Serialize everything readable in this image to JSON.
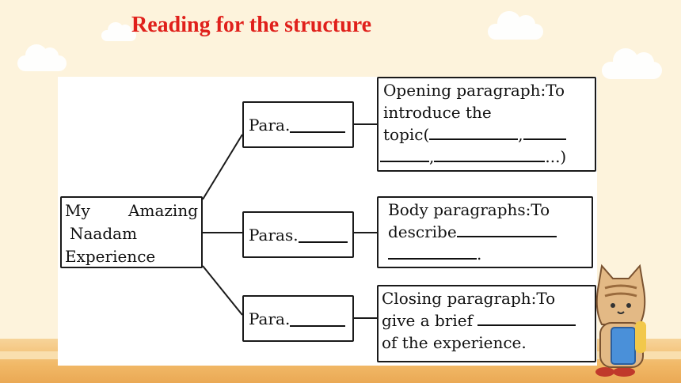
{
  "title": "Reading for the structure",
  "root": {
    "line1_word1": "My",
    "line1_word2": "Amazing",
    "line2": "Naadam",
    "line3": "Experience"
  },
  "paras": [
    {
      "label": "Para."
    },
    {
      "label": "Paras."
    },
    {
      "label": "Para."
    }
  ],
  "descriptions": {
    "opening": {
      "line1": "Opening paragraph:To",
      "line2": "introduce the",
      "line3_prefix": "topic(",
      "line3_sep": ",",
      "line4_sep": ",",
      "line4_suffix": "...)"
    },
    "body": {
      "line1": "Body paragraphs:To",
      "line2_prefix": "describe",
      "line3_suffix": "."
    },
    "closing": {
      "line1": "Closing paragraph:To",
      "line2_prefix": "give a brief",
      "line3": "of the experience."
    }
  },
  "colors": {
    "title": "#e0201b",
    "background": "#fdf3dc",
    "border": "#1a1a1a"
  }
}
